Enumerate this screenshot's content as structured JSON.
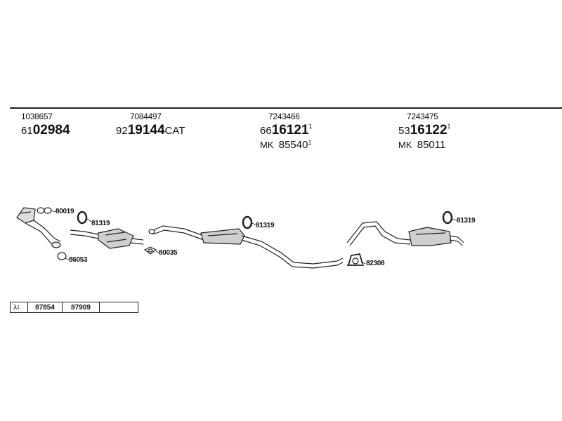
{
  "groups": [
    {
      "ref": "1038657",
      "prefix": "61",
      "main": "02984",
      "suffix": "",
      "sup": "",
      "mk": "",
      "mk_num": "",
      "mk_sup": ""
    },
    {
      "ref": "7084497",
      "prefix": "92",
      "main": "19144",
      "suffix": "CAT",
      "sup": "",
      "mk": "",
      "mk_num": "",
      "mk_sup": ""
    },
    {
      "ref": "7243466",
      "prefix": "66",
      "main": "16121",
      "suffix": "",
      "sup": "1",
      "mk": "MK",
      "mk_num": "85540",
      "mk_sup": "1"
    },
    {
      "ref": "7243475",
      "prefix": "53",
      "main": "16122",
      "suffix": "",
      "sup": "1",
      "mk": "MK",
      "mk_num": "85011",
      "mk_sup": ""
    }
  ],
  "callouts": {
    "c80019": "80019",
    "c81319a": "81319",
    "c86053": "86053",
    "c80035": "80035",
    "c81319b": "81319",
    "c82308": "82308",
    "c81319c": "81319"
  },
  "footer": {
    "lambda": "λ",
    "lambda_sup": "1",
    "col1": "87854",
    "col2": "87909",
    "col3": ""
  }
}
